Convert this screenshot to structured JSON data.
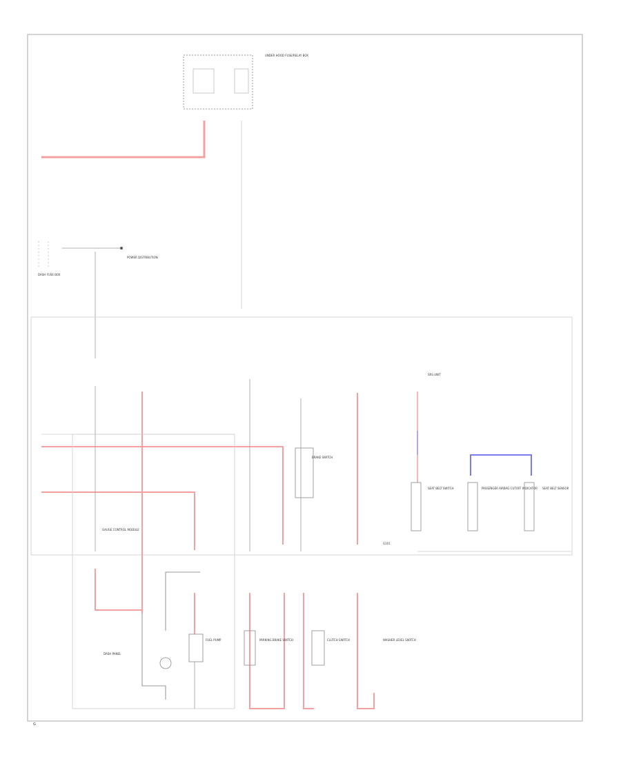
{
  "diagram": {
    "colors": {
      "frame": "#aaaaaa",
      "wire": "#777777",
      "wire_thin": "#999999",
      "power": "#f4a0a0",
      "power_dark": "#e57f7f",
      "blue": "#7b7bf0",
      "text": "#555555"
    },
    "labels": {
      "top_box": "UNDER HOOD FUSE/RELAY BOX",
      "dash_box": "DASH FUSE BOX",
      "connector_note": "POWER DISTRIBUTION",
      "gauge_control": "GAUGE CONTROL MODULE",
      "brake_switch": "BRAKE SWITCH",
      "seat_belt": "SEAT BELT SWITCH",
      "airbag": "SRS UNIT",
      "passenger": "PASSENGER AIRBAG CUTOFF INDICATOR",
      "seatbelt_sensor": "SEAT BELT SENSOR",
      "gauge_sub": "DASH PANEL",
      "fuel_pump": "FUEL PUMP",
      "parking": "PARKING BRAKE SWITCH",
      "clutch": "CLUTCH SWITCH",
      "washer": "WASHER LEVEL SWITCH",
      "g_ground": "G101",
      "footer": "G"
    }
  }
}
